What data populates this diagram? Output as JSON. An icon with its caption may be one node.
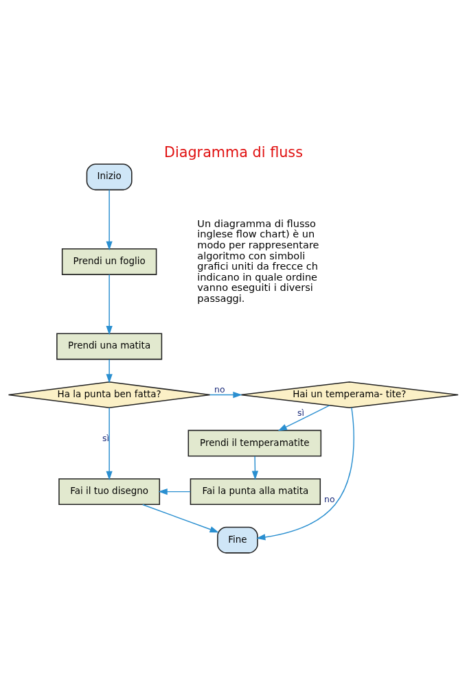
{
  "diagram": {
    "title": "Diagramma di fluss",
    "nodes": [
      {
        "text": [
          "Inizio"
        ]
      },
      {
        "text": [
          "Prendi un foglio"
        ]
      },
      {
        "text": [
          "Prendi una matita"
        ]
      },
      {
        "text": [
          "Ha la punta ben fatta?"
        ]
      },
      {
        "text": [
          "Hai un temperama- tite?"
        ]
      },
      {
        "text": [
          "Prendi il temperamatite"
        ]
      },
      {
        "text": [
          "Fai la punta alla matita"
        ]
      },
      {
        "text": [
          "Fai il tuo disegno"
        ]
      },
      {
        "text": [
          "Fine"
        ]
      }
    ],
    "edges": [
      {
        "from": 0,
        "to": 1,
        "arrow": "to"
      },
      {
        "from": 1,
        "to": 2,
        "arrow": "to"
      },
      {
        "from": 2,
        "to": 3,
        "arrow": "to"
      },
      {
        "from": 3,
        "to": 4,
        "arrow": "to",
        "label": "no"
      },
      {
        "from": 4,
        "to": 8,
        "arrow": "to",
        "label": "no"
      },
      {
        "from": 3,
        "to": 7,
        "arrow": "to",
        "label": "sì"
      },
      {
        "from": 4,
        "to": 5,
        "arrow": "to",
        "label": "sì"
      },
      {
        "from": 5,
        "to": 6,
        "arrow": "to"
      },
      {
        "from": 6,
        "to": 7,
        "arrow": "to"
      },
      {
        "from": 7,
        "to": 8,
        "arrow": "to"
      }
    ],
    "labels": [
      "Un diagramma di flusso inglese flow chart) è un modo per rappresentare algoritmo con simboli grafici uniti da frecce ch indicano in quale ordine vanno eseguiti i diversi passaggi."
    ]
  }
}
